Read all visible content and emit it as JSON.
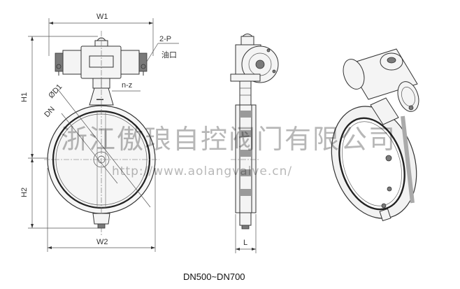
{
  "dimensions": {
    "w1": "W1",
    "w2": "W2",
    "h1": "H1",
    "h2": "H2",
    "d1": "ØD1",
    "dn": "DN",
    "nz": "n-z",
    "p2": "2-P",
    "oil_port": "油口",
    "l": "L"
  },
  "watermark": {
    "company": "浙江傲琅自控阀门有限公司",
    "url": "http://www.aolangvalve.cn/"
  },
  "caption": "DN500~DN700",
  "colors": {
    "line": "#333333",
    "fill": "#f4f4f4",
    "dark": "#7a7a7a"
  }
}
